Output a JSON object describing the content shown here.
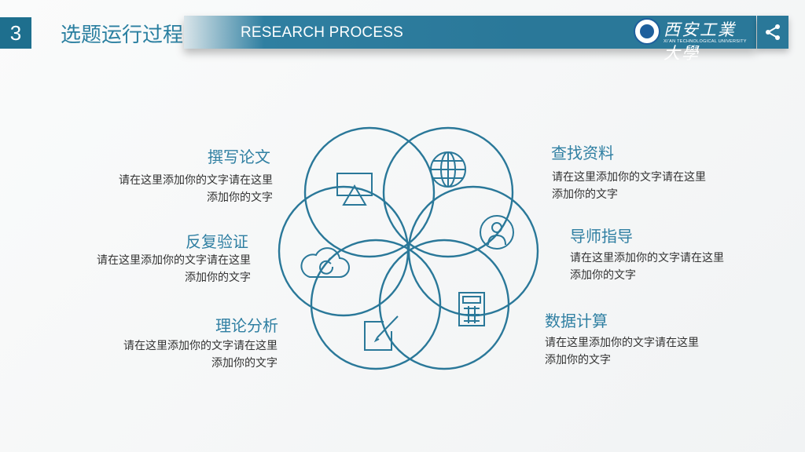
{
  "header": {
    "number": "3",
    "title_cn": "选题运行过程",
    "title_en": "RESEARCH PROCESS",
    "logo_cn": "西安工業大學",
    "logo_en": "XI'AN TECHNOLOGICAL UNIVERSITY"
  },
  "items": [
    {
      "label": "撰写论文",
      "line1": "请在这里添加你的文字请在这里",
      "line2": "添加你的文字",
      "icon": "monitor-icon"
    },
    {
      "label": "反复验证",
      "line1": "请在这里添加你的文字请在这里",
      "line2": "添加你的文字",
      "icon": "cloud-refresh-icon"
    },
    {
      "label": "理论分析",
      "line1": "请在这里添加你的文字请在这里",
      "line2": "添加你的文字",
      "icon": "edit-icon"
    },
    {
      "label": "查找资料",
      "line1": "请在这里添加你的文字请在这里",
      "line2": "添加你的文字",
      "icon": "globe-icon"
    },
    {
      "label": "导师指导",
      "line1": "请在这里添加你的文字请在这里",
      "line2": "添加你的文字",
      "icon": "user-icon"
    },
    {
      "label": "数据计算",
      "line1": "请在这里添加你的文字请在这里",
      "line2": "添加你的文字",
      "icon": "calculator-icon"
    }
  ],
  "colors": {
    "accent": "#2a7899",
    "text": "#333333",
    "label": "#2f7fa2"
  }
}
